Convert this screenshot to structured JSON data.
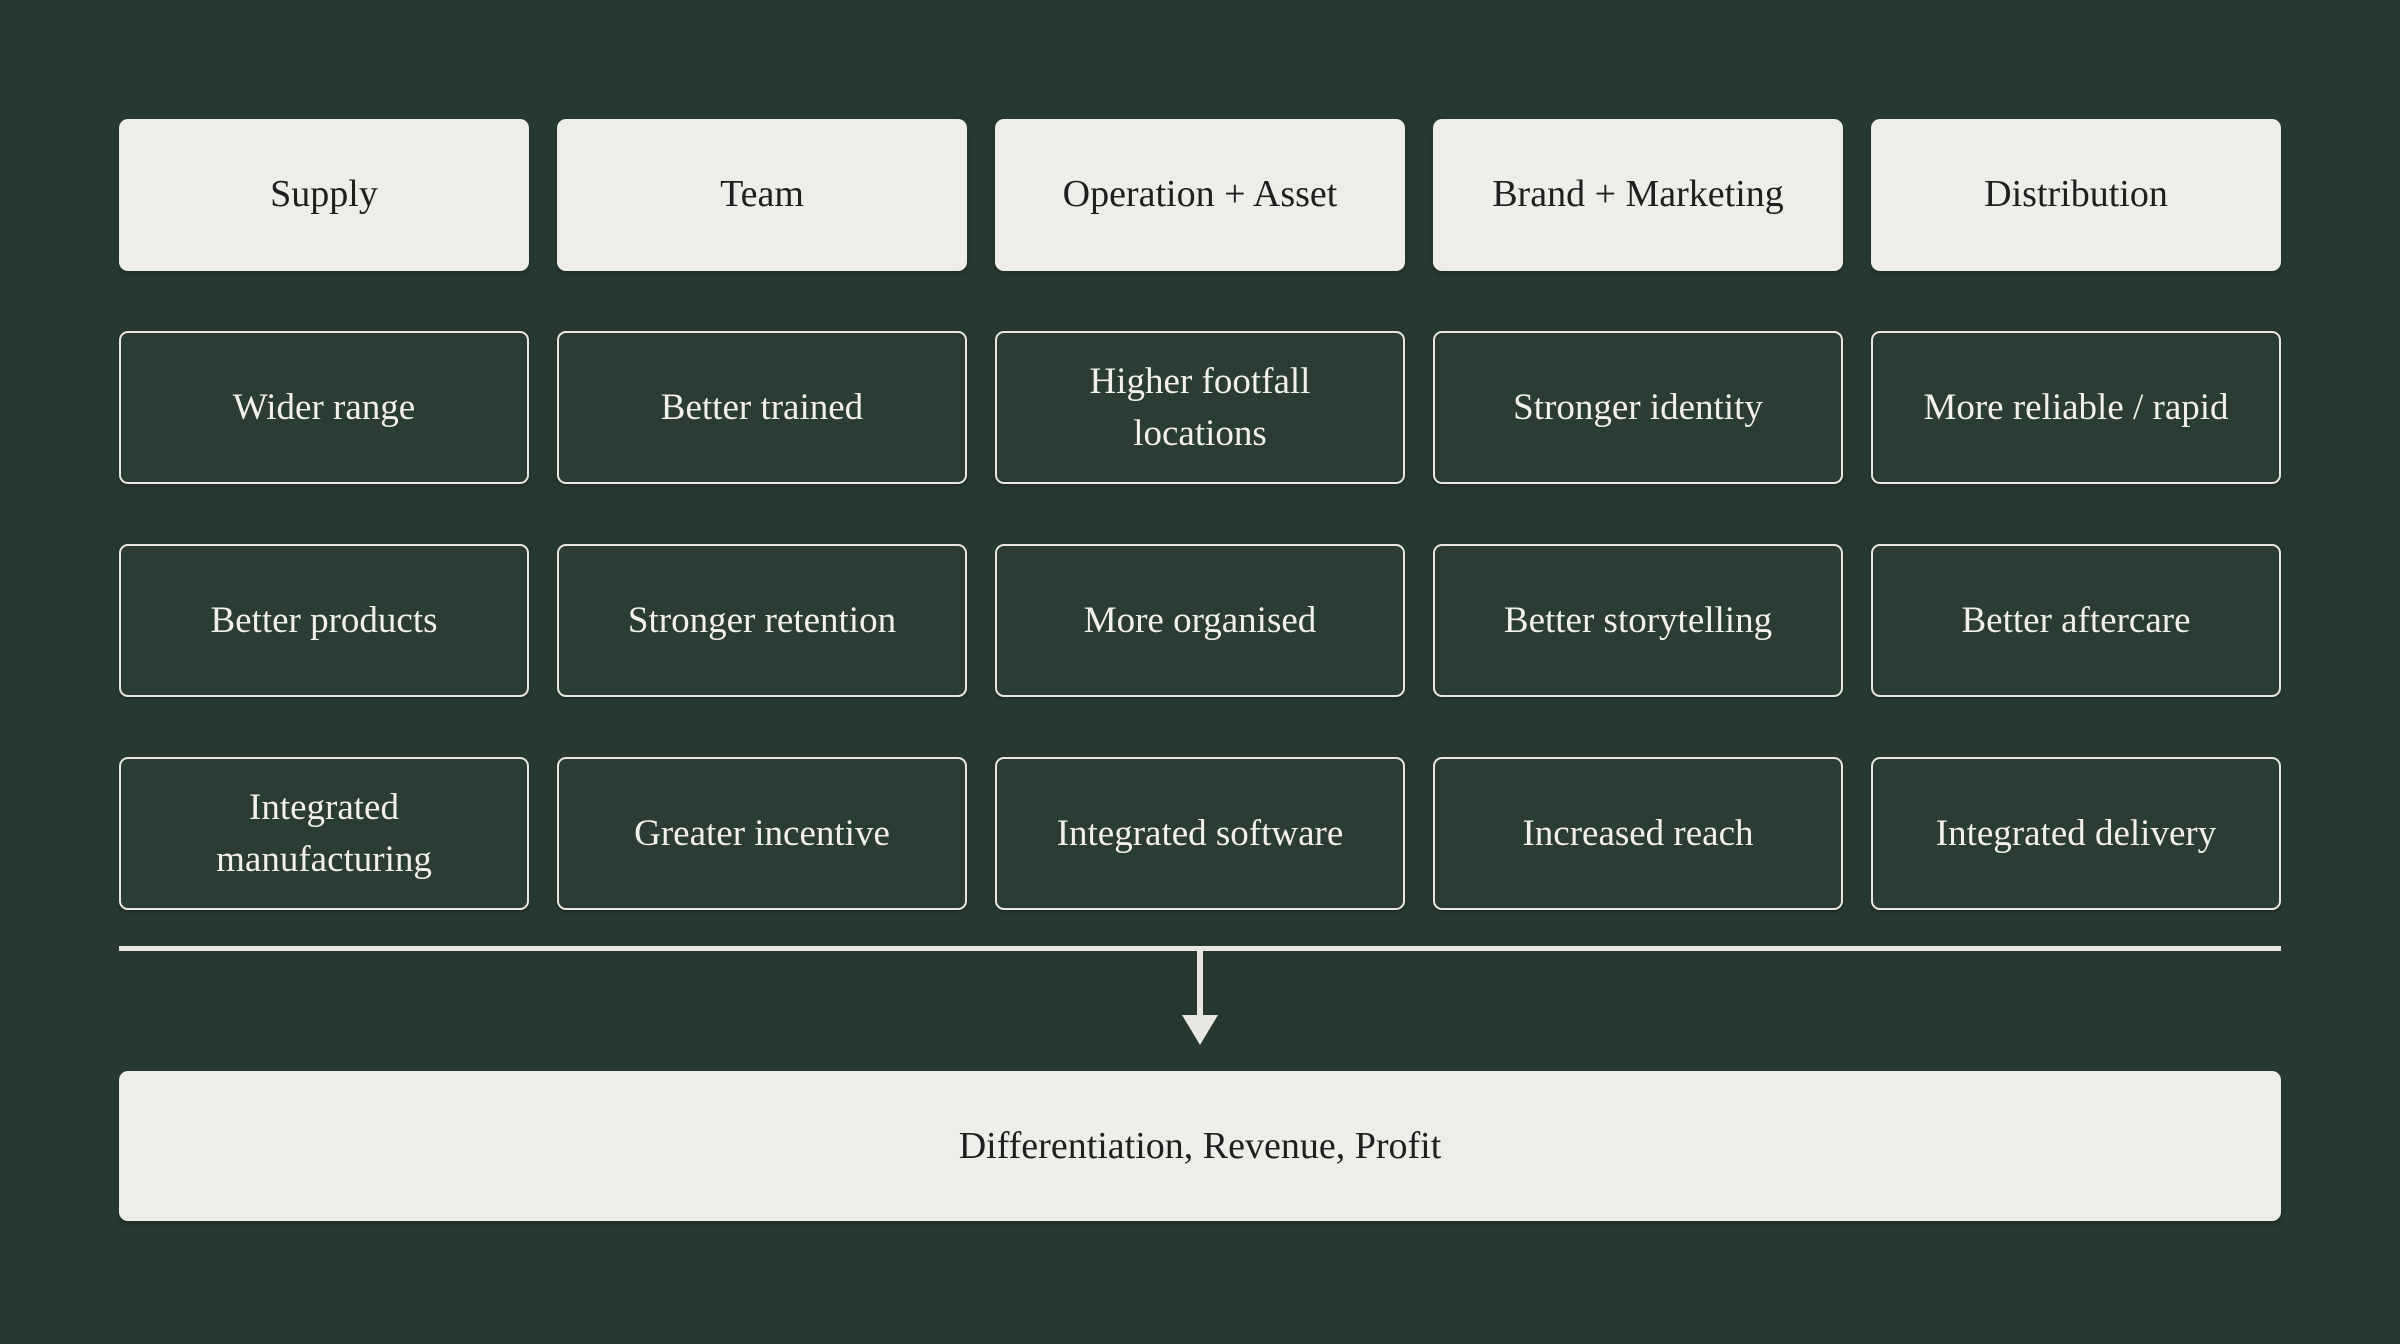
{
  "colors": {
    "bg": "#263830",
    "panel-dark": "#2a3c34",
    "panel-light": "#efedea",
    "border-light": "#e9e7e3",
    "text-dark": "#1d201e",
    "text-light": "#f2f0ea"
  },
  "columns": [
    {
      "header": "Supply",
      "items": [
        "Wider range",
        "Better products",
        "Integrated manufacturing"
      ]
    },
    {
      "header": "Team",
      "items": [
        "Better trained",
        "Stronger retention",
        "Greater incentive"
      ]
    },
    {
      "header": "Operation + Asset",
      "items": [
        "Higher footfall locations",
        "More organised",
        "Integrated software"
      ]
    },
    {
      "header": "Brand + Marketing",
      "items": [
        "Stronger identity",
        "Better storytelling",
        "Increased reach"
      ]
    },
    {
      "header": "Distribution",
      "items": [
        "More reliable / rapid",
        "Better aftercare",
        "Integrated delivery"
      ]
    }
  ],
  "arrow": {
    "direction": "down"
  },
  "outcome": {
    "label": "Differentiation, Revenue, Profit"
  }
}
